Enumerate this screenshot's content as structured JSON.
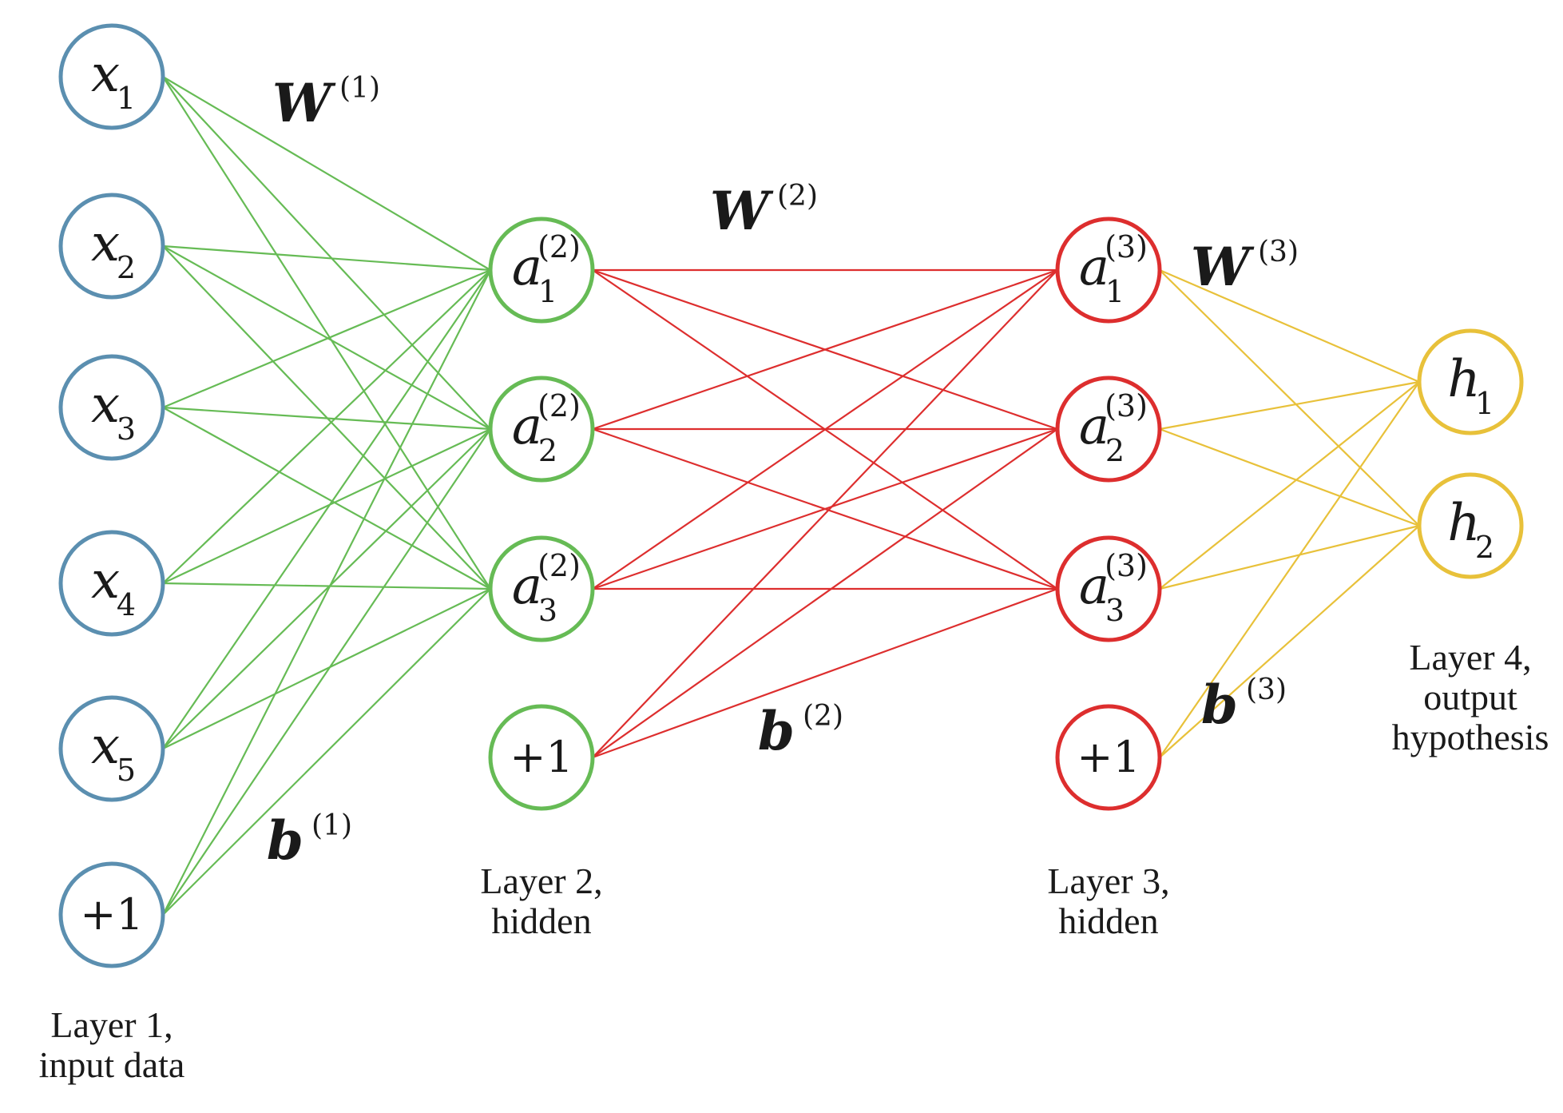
{
  "colors": {
    "layer1": "#5b8fb0",
    "layer2": "#66bb55",
    "layer3": "#dd2e2e",
    "layer4": "#e8c13a"
  },
  "layers": [
    {
      "caption": [
        "Layer 1,",
        "input data"
      ],
      "color": "#5b8fb0",
      "nodes": [
        {
          "main": "x",
          "sub": "1",
          "sup": ""
        },
        {
          "main": "x",
          "sub": "2",
          "sup": ""
        },
        {
          "main": "x",
          "sub": "3",
          "sup": ""
        },
        {
          "main": "x",
          "sub": "4",
          "sup": ""
        },
        {
          "main": "x",
          "sub": "5",
          "sup": ""
        }
      ],
      "bias": "+1"
    },
    {
      "caption": [
        "Layer 2,",
        "hidden"
      ],
      "color": "#66bb55",
      "nodes": [
        {
          "main": "a",
          "sub": "1",
          "sup": "(2)"
        },
        {
          "main": "a",
          "sub": "2",
          "sup": "(2)"
        },
        {
          "main": "a",
          "sub": "3",
          "sup": "(2)"
        }
      ],
      "bias": "+1"
    },
    {
      "caption": [
        "Layer 3,",
        "hidden"
      ],
      "color": "#dd2e2e",
      "nodes": [
        {
          "main": "a",
          "sub": "1",
          "sup": "(3)"
        },
        {
          "main": "a",
          "sub": "2",
          "sup": "(3)"
        },
        {
          "main": "a",
          "sub": "3",
          "sup": "(3)"
        }
      ],
      "bias": "+1"
    },
    {
      "caption": [
        "Layer 4,",
        "output",
        "hypothesis"
      ],
      "color": "#e8c13a",
      "nodes": [
        {
          "main": "h",
          "sub": "1",
          "sup": ""
        },
        {
          "main": "h",
          "sub": "2",
          "sup": ""
        }
      ],
      "bias": ""
    }
  ],
  "params": [
    {
      "symbol": "W",
      "sup": "(1)"
    },
    {
      "symbol": "b",
      "sup": "(1)"
    },
    {
      "symbol": "W",
      "sup": "(2)"
    },
    {
      "symbol": "b",
      "sup": "(2)"
    },
    {
      "symbol": "W",
      "sup": "(3)"
    },
    {
      "symbol": "b",
      "sup": "(3)"
    }
  ]
}
